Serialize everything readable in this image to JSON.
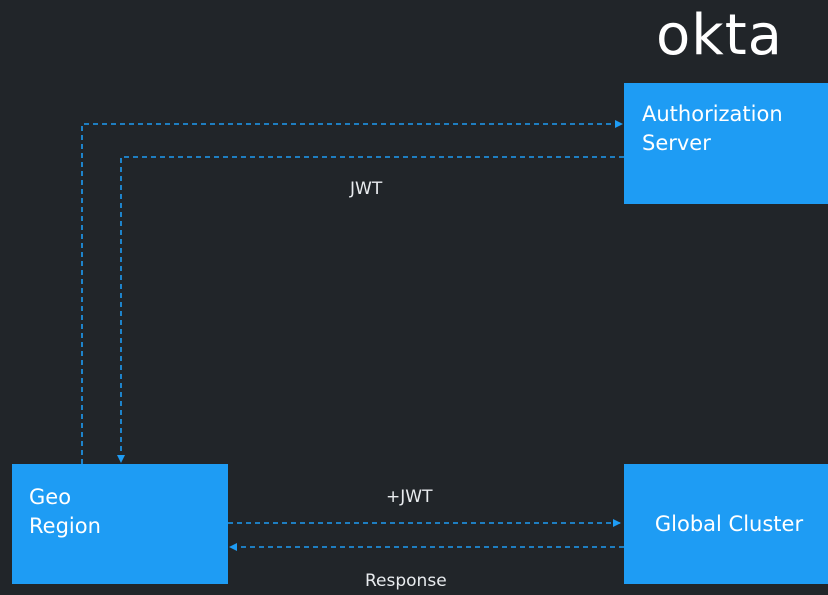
{
  "logo": "okta",
  "nodes": {
    "authorization_server": [
      "Authorization",
      "Server"
    ],
    "geo_region": [
      "Geo",
      "Region"
    ],
    "global_cluster": "Global Cluster"
  },
  "edges": {
    "auth_to_geo": "JWT",
    "geo_to_global": "+JWT",
    "global_to_geo": "Response"
  },
  "colors": {
    "background": "#212529",
    "node_fill": "#1e9cf4",
    "connector": "#1e9cf4",
    "text": "#ffffff"
  }
}
